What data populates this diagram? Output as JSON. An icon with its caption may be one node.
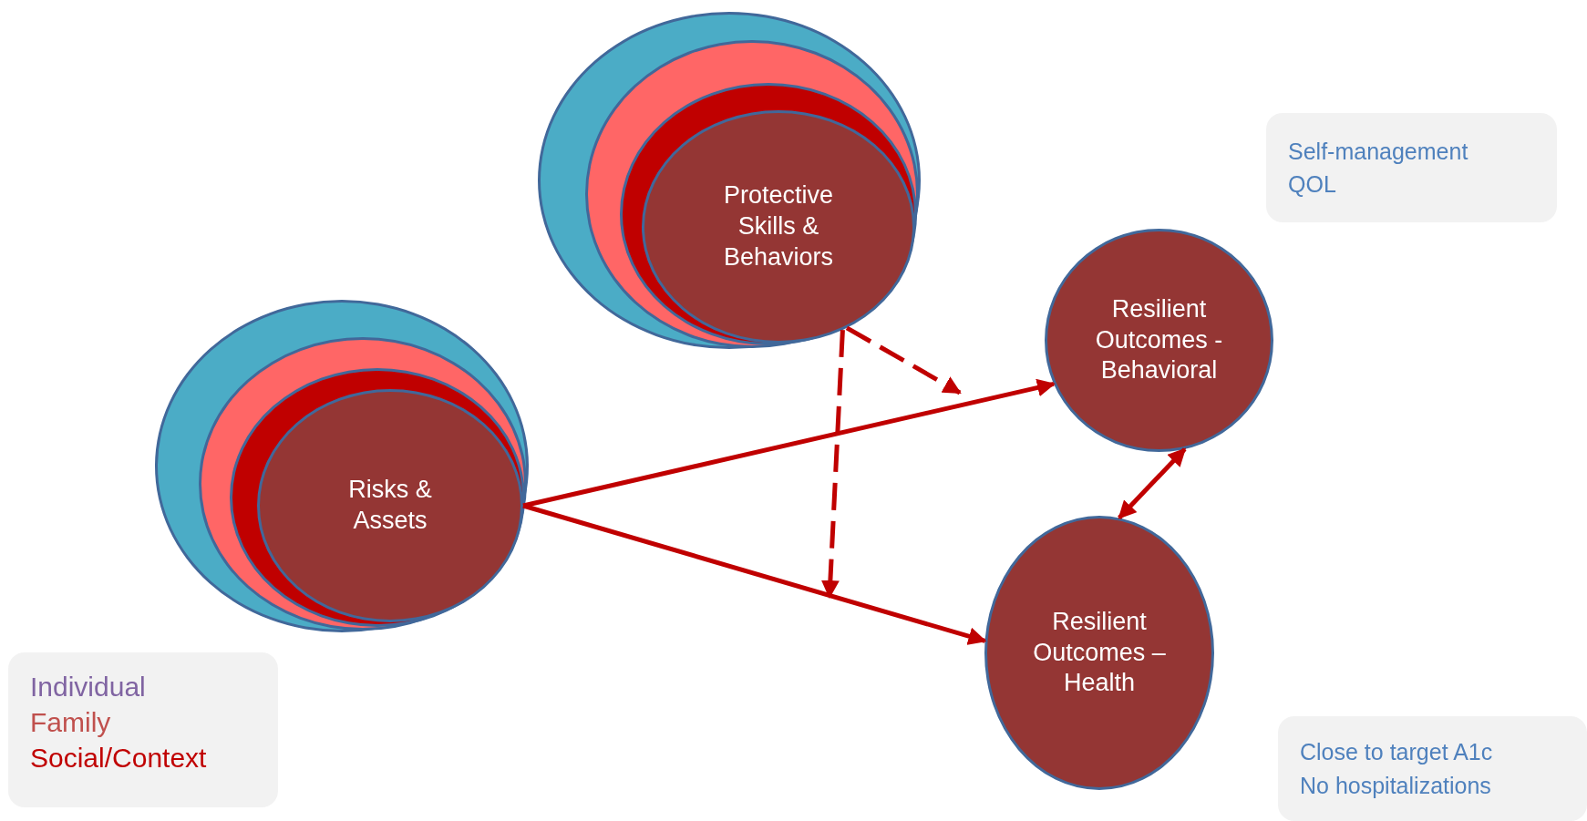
{
  "diagram": {
    "nodes": [
      {
        "text": [],
        "shape": "circle"
      },
      {
        "text": [],
        "shape": "circle",
        "in": 0
      },
      {
        "text": [],
        "shape": "circle",
        "in": 1
      },
      {
        "text": [
          "Protective Skills & Behaviors"
        ],
        "in": 2
      },
      {
        "text": [
          "Self-management",
          "QOL"
        ]
      },
      {
        "text": [
          "Resilient Outcomes - Behavioral"
        ]
      },
      {
        "text": [],
        "shape": "circle"
      },
      {
        "text": [],
        "shape": "circle",
        "in": 6
      },
      {
        "text": [],
        "shape": "circle",
        "in": 7
      },
      {
        "text": [
          "Risks & Assets"
        ],
        "in": 8
      },
      {
        "text": [
          "Resilient Outcomes – Health"
        ]
      },
      {
        "text": [
          "Close to target A1c",
          "No hospitalizations"
        ]
      }
    ],
    "edges": [
      {
        "from": 9,
        "to": 5,
        "arrow": "to"
      },
      {
        "from": 9,
        "to": 10,
        "arrow": "to"
      },
      {
        "from": 3,
        "to": null,
        "arrow": "to",
        "style": "dashed"
      },
      {
        "from": 3,
        "to": null,
        "arrow": "to",
        "style": "dashed"
      },
      {
        "from": 5,
        "to": 10,
        "arrow": "both"
      }
    ],
    "legend": [
      {
        "text": "Individual",
        "color": "#8064a2"
      },
      {
        "text": "Family",
        "color": "#c0504d"
      },
      {
        "text": "Social/Context",
        "color": "#c00000"
      }
    ]
  }
}
